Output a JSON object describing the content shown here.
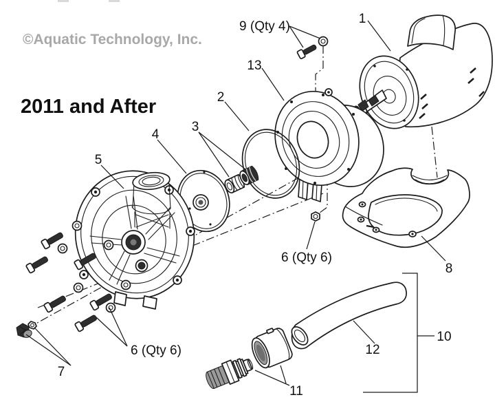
{
  "page": {
    "watermark": "©Aquatic Technology, Inc.",
    "title": "2011 and After"
  },
  "labels": {
    "l1": "1",
    "l2": "2",
    "l3": "3",
    "l4": "4",
    "l5": "5",
    "l6a": "6 (Qty 6)",
    "l6b": "6 (Qty 6)",
    "l7": "7",
    "l8": "8",
    "l9": "9 (Qty 4)",
    "l10": "10",
    "l11": "11",
    "l12": "12",
    "l13": "13"
  },
  "colors": {
    "line": "#1c1c1c",
    "watermark_gray": "#a8a8a8",
    "background": "#ffffff"
  }
}
